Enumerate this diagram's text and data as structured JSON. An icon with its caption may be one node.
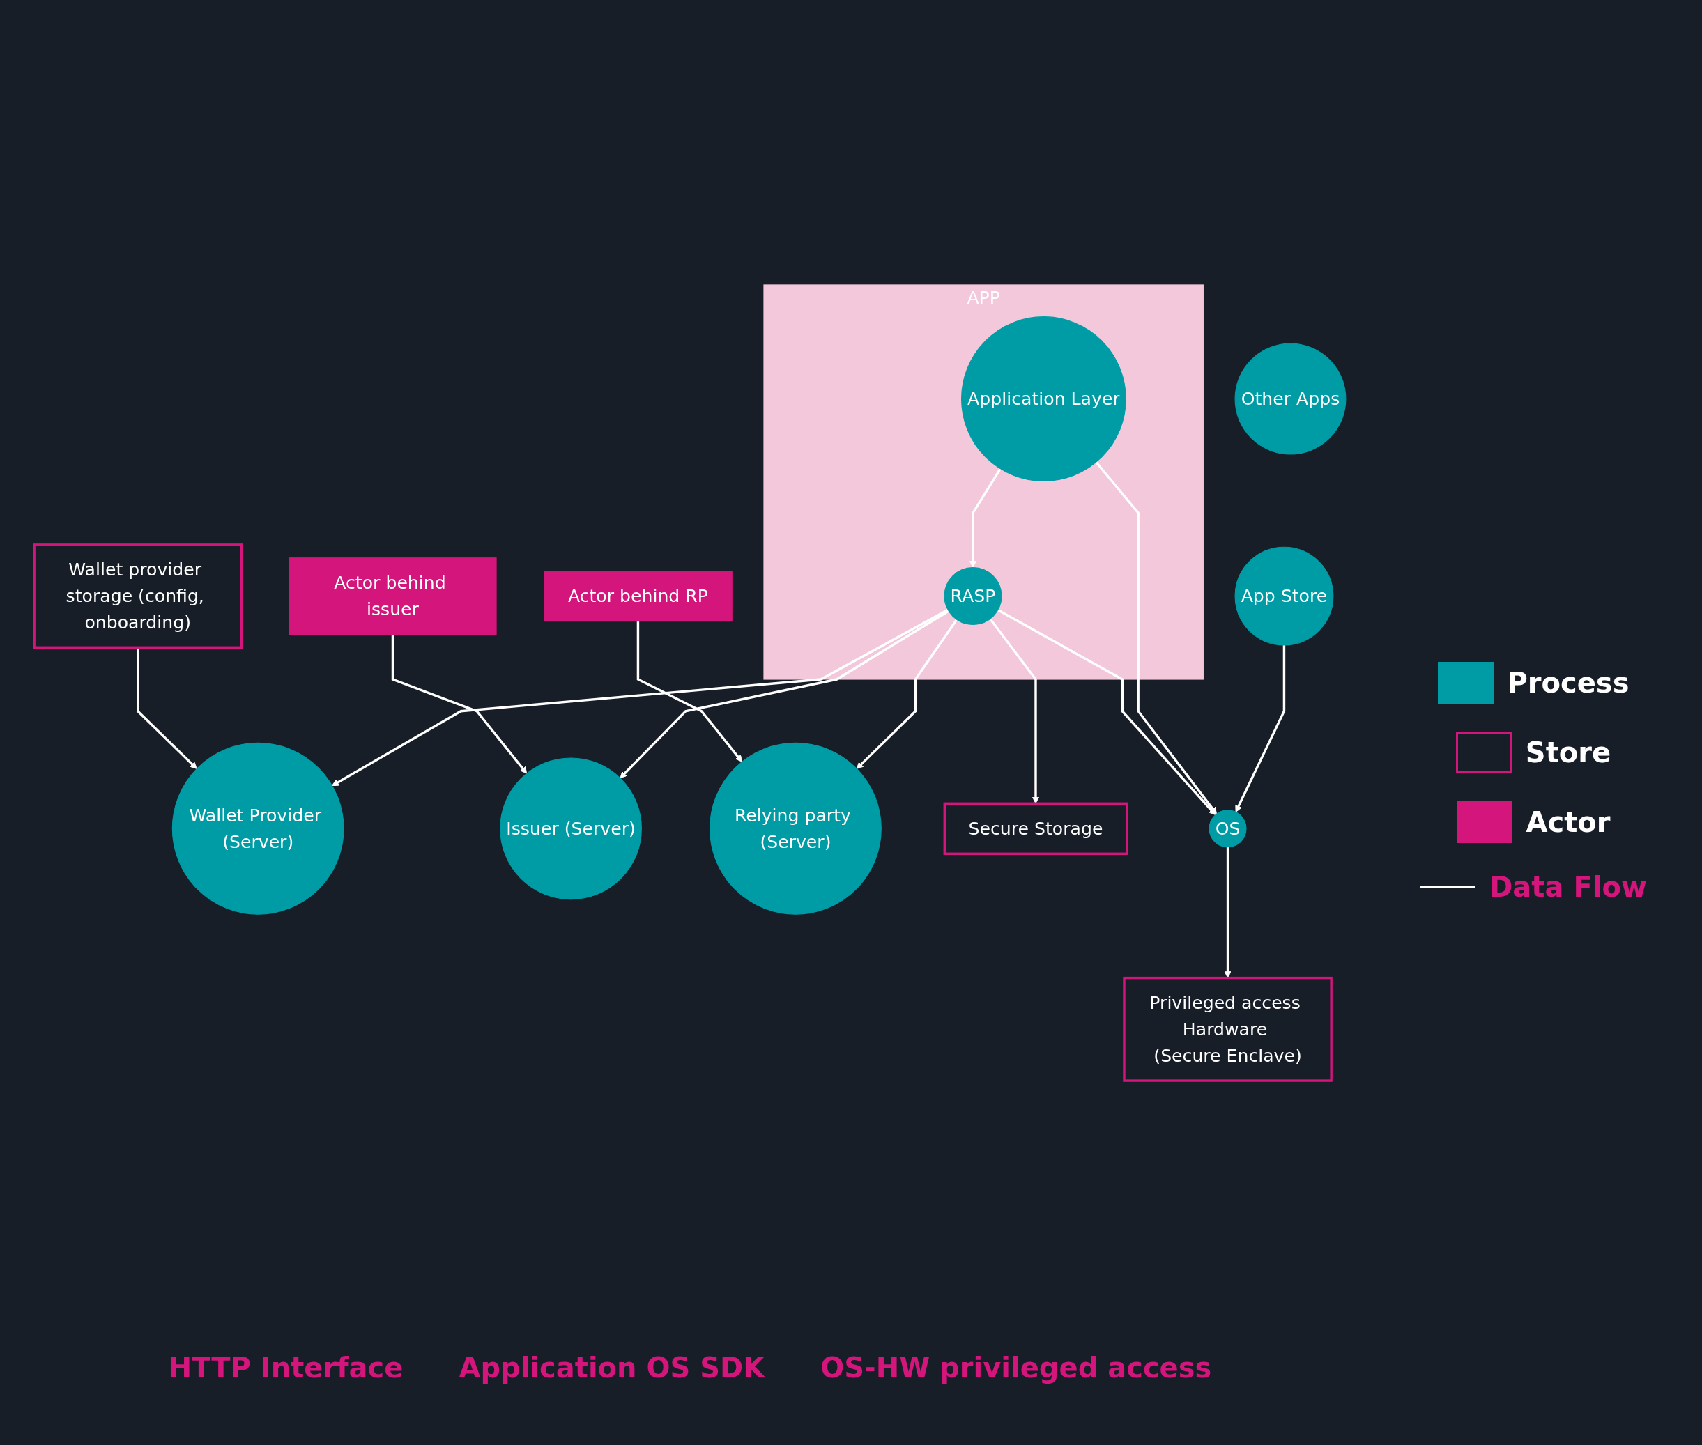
{
  "diagram": {
    "nodes": [
      {
        "text": [
          "Wallet provider storage (config, onboarding)"
        ]
      },
      {
        "text": [
          "Actor behind issuer"
        ]
      },
      {
        "text": [
          "Actor behind RP"
        ]
      },
      {
        "text": [
          "Wallet Provider (Server)"
        ]
      },
      {
        "text": [
          "Issuer (Server)"
        ]
      },
      {
        "text": [
          "Relying party (Server)"
        ]
      },
      {
        "text": [
          "App Store"
        ]
      },
      {
        "text": [
          "Other Apps"
        ]
      },
      {
        "text": [
          "APP"
        ]
      },
      {
        "text": [
          "RASP"
        ],
        "in": 8
      },
      {
        "text": [
          "Application Layer"
        ],
        "in": 8
      },
      {
        "text": [
          "Secure Storage"
        ]
      },
      {
        "text": [
          "OS"
        ]
      },
      {
        "text": [
          "Privileged access Hardware (Secure Enclave)"
        ]
      }
    ],
    "edges": [
      {
        "from": 0,
        "to": 3,
        "arrow": "to"
      },
      {
        "from": 1,
        "to": 4,
        "arrow": "to"
      },
      {
        "from": 2,
        "to": 5,
        "arrow": "to"
      },
      {
        "from": 9,
        "to": 3,
        "arrow": "to"
      },
      {
        "from": 9,
        "to": 4,
        "arrow": "to"
      },
      {
        "from": 9,
        "to": 5,
        "arrow": "to"
      },
      {
        "from": 10,
        "to": 9,
        "arrow": "to"
      },
      {
        "from": 9,
        "to": 11,
        "arrow": "to"
      },
      {
        "from": 9,
        "to": 12,
        "arrow": "to"
      },
      {
        "from": 10,
        "to": 12,
        "arrow": "to"
      },
      {
        "from": 6,
        "to": 12,
        "arrow": "to"
      },
      {
        "from": 12,
        "to": 13,
        "arrow": "to"
      }
    ],
    "labels": [
      "HTTP Interface",
      "Application OS SDK",
      "OS-HW privileged access"
    ],
    "legend": [
      {
        "text": "Process",
        "color": "#009ca6"
      },
      {
        "text": "Store"
      },
      {
        "text": "Actor",
        "color": "#d4157c"
      },
      {
        "text": "Data Flow"
      }
    ]
  }
}
